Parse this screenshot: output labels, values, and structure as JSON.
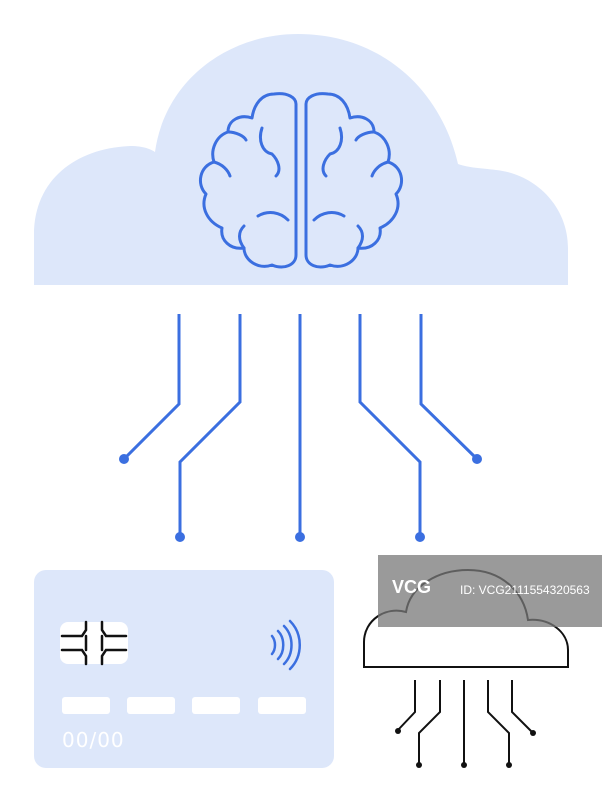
{
  "card": {
    "expiry": "00/00"
  },
  "watermark": {
    "logo": "VCG",
    "id_text": "ID: VCG2111554320563"
  },
  "colors": {
    "accent": "#3b6fe0",
    "pale": "#dde7fa",
    "ink": "#111111"
  },
  "icons": [
    "brain-icon",
    "chip-icon",
    "contactless-icon",
    "cloud-icon"
  ]
}
